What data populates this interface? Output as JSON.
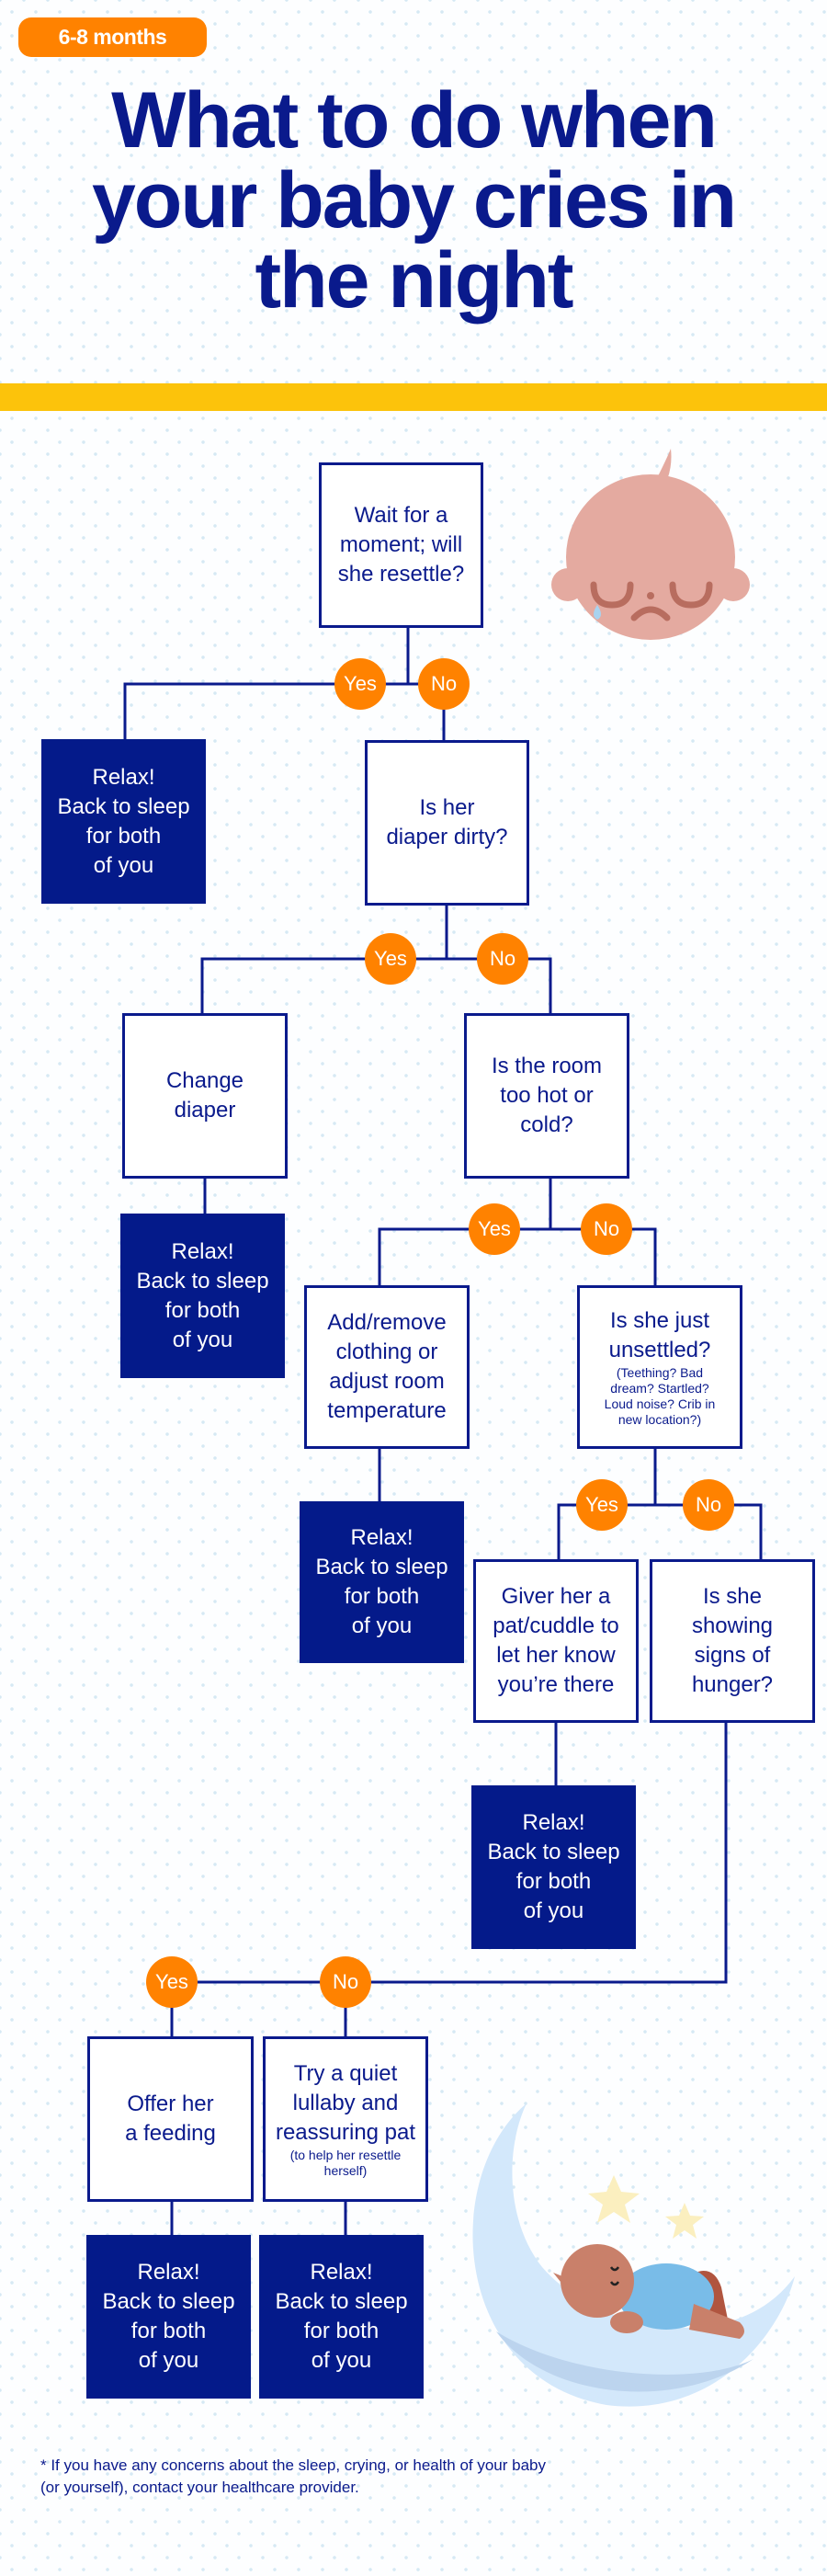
{
  "badge": "6-8 months",
  "title": [
    "What to do when",
    "your baby cries in",
    "the night"
  ],
  "colors": {
    "navy": "#0a1a8c",
    "orange": "#ff8200",
    "yellow": "#fcc30b"
  },
  "answers": {
    "yes": "Yes",
    "no": "No"
  },
  "relax": "Relax!\nBack to sleep\nfor both\nof you",
  "nodes": {
    "q1": "Wait for a\nmoment; will\nshe resettle?",
    "q2": "Is her\ndiaper dirty?",
    "a1": "Change\ndiaper",
    "q3": "Is the room\ntoo hot or\ncold?",
    "a2": "Add/remove\nclothing or\nadjust room\ntemperature",
    "q4": "Is she just\nunsettled?",
    "q4_note": "(Teething? Bad\ndream? Startled?\nLoud noise? Crib in\nnew location?)",
    "a3": "Giver her a\npat/cuddle to\nlet her know\nyou’re there",
    "q5": "Is she\nshowing\nsigns of\nhunger?",
    "a4": "Offer her\na feeding",
    "a5": "Try a quiet\nlullaby and\nreassuring pat",
    "a5_note": "(to help her resettle\nherself)"
  },
  "footnote": "* If you have any concerns  about the sleep, crying, or health of your baby\n  (or yourself), contact your healthcare provider.",
  "illustrations": [
    "crying-baby-face",
    "sleeping-baby-on-moon"
  ]
}
